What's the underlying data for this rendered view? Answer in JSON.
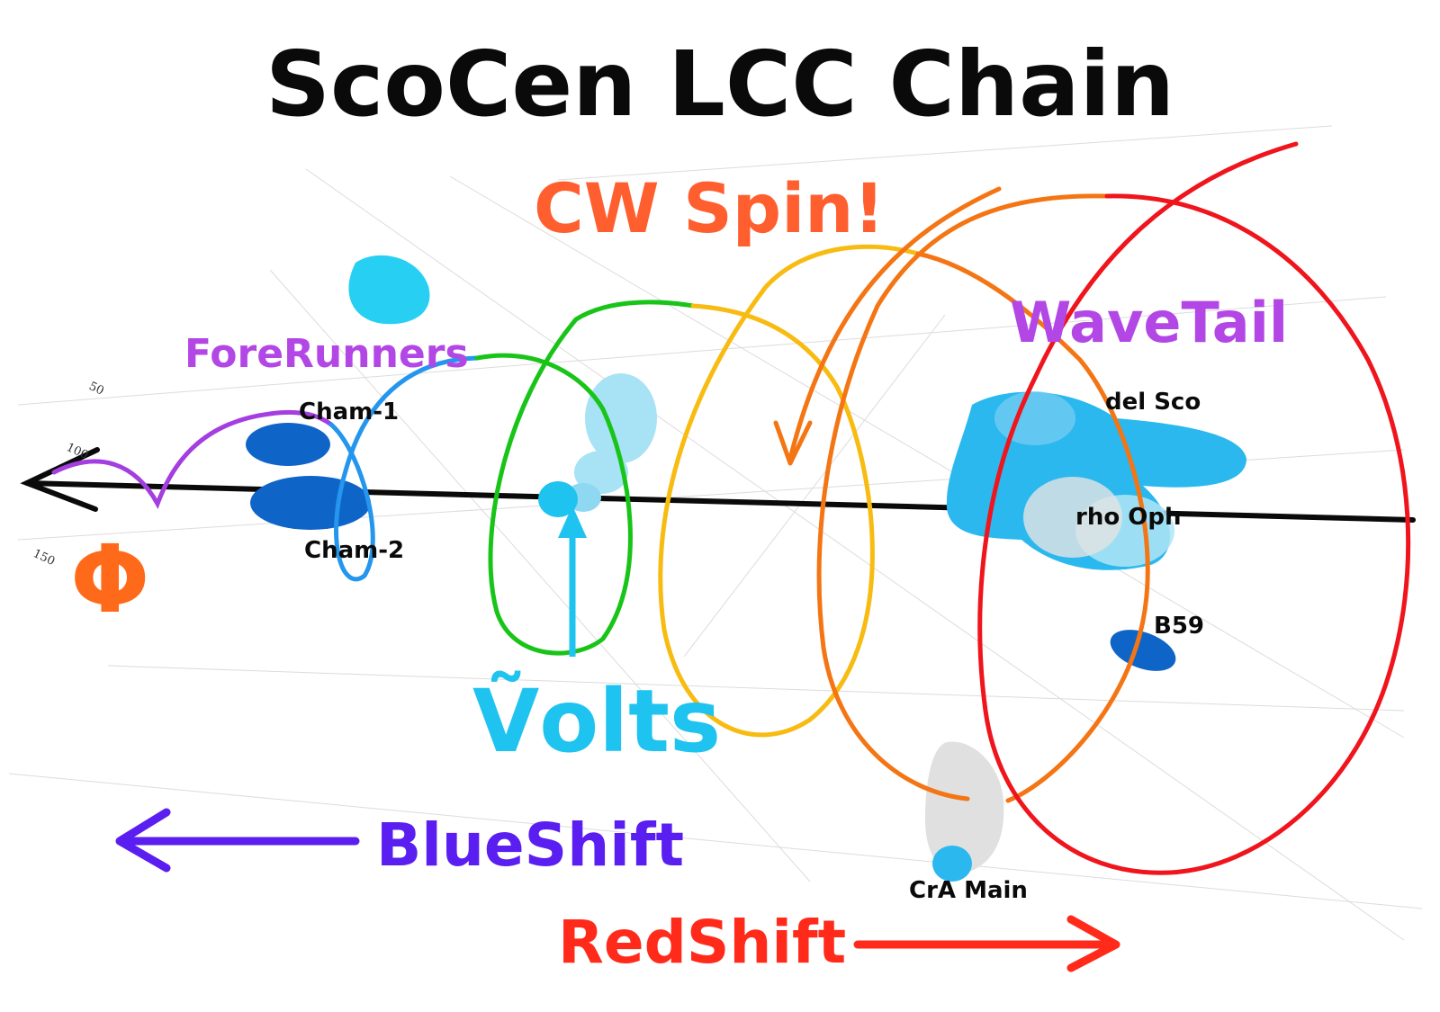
{
  "title": "ScoCen LCC Chain",
  "annotations": {
    "cw_spin": "CW Spin!",
    "wave_tail": "WaveTail",
    "fore_runners": "ForeRunners",
    "volts": "Ṽolts",
    "phi": "Φ",
    "blue_shift": "BlueShift",
    "red_shift": "RedShift"
  },
  "regions": {
    "cham1": "Cham-1",
    "cham2": "Cham-2",
    "del_sco": "del Sco",
    "rho_oph": "rho Oph",
    "b59": "B59",
    "cra_main": "CrA Main"
  },
  "axis_ticks": [
    "50",
    "100",
    "150"
  ],
  "colors": {
    "title": "#0a0a0a",
    "cw_spin": "#ff5e2e",
    "wave_tail": "#b347e6",
    "fore_runners": "#b347e6",
    "volts": "#1ec3ef",
    "phi": "#ff6a1a",
    "blue_shift": "#5a1ff0",
    "red_shift": "#ff2a1a",
    "loop_purple": "#a43ee0",
    "loop_blue": "#2496ee",
    "loop_green": "#19c419",
    "loop_yellow": "#f7bb12",
    "loop_orange": "#f47514",
    "loop_red": "#f0141c",
    "cloud_dark": "#0f65c7",
    "cloud_light": "#2ab8ee",
    "cloud_pale": "#a8e2f5",
    "cloud_grey": "#d9d9d9"
  }
}
